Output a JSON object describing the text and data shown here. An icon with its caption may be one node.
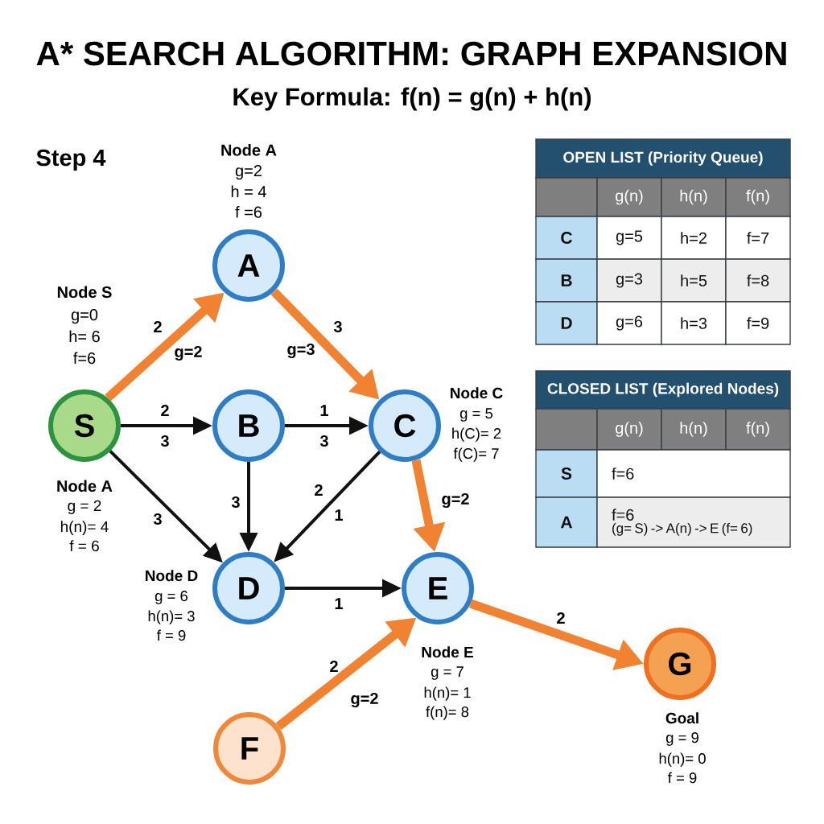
{
  "diagram": {
    "title": "A* SEARCH ALGORITHM: GRAPH EXPANSION",
    "nodes": [
      {
        "text": [
          "A"
        ],
        "beside": [
          "Node A",
          "g=2",
          "h = 4",
          "f =6"
        ]
      },
      {
        "text": [
          "S"
        ],
        "beside": [
          "Node S",
          "g=0",
          "h= 6",
          "f=6"
        ]
      },
      {
        "text": [
          "B"
        ]
      },
      {
        "text": [
          "C"
        ],
        "beside": [
          "Node C",
          "g = 5",
          "h(C)= 2",
          "f(C)= 7"
        ]
      },
      {
        "text": [
          "D"
        ],
        "beside": [
          "Node D",
          "g = 6",
          "h(n)= 3",
          "f = 9"
        ]
      },
      {
        "text": [
          "E"
        ],
        "beside": [
          "Node E",
          "g = 7",
          "h(n)= 1",
          "f(n)= 8"
        ]
      },
      {
        "text": [
          "G"
        ],
        "beside": [
          "Goal",
          "g = 9",
          "h(n)= 0",
          "f = 9"
        ]
      },
      {
        "text": [
          "F"
        ]
      }
    ],
    "edges": [
      {
        "from": 1,
        "to": 0,
        "arrow": "to",
        "label": "2",
        "style": "thick",
        "color": "#f08232"
      },
      {
        "from": 0,
        "to": 3,
        "arrow": "to",
        "label": "3",
        "style": "thick",
        "color": "#f08232"
      },
      {
        "from": 1,
        "to": 2,
        "arrow": "to",
        "label": "2"
      },
      {
        "from": 2,
        "to": 3,
        "arrow": "to",
        "label": "1"
      },
      {
        "from": 1,
        "to": 4,
        "arrow": "to",
        "label": "3"
      },
      {
        "from": 2,
        "to": 4,
        "arrow": "to",
        "label": "3"
      },
      {
        "from": 3,
        "to": 4,
        "arrow": "to",
        "label": "2"
      },
      {
        "from": 3,
        "to": 5,
        "arrow": "to",
        "label": "g=2",
        "style": "thick",
        "color": "#f08232"
      },
      {
        "from": 4,
        "to": 5,
        "arrow": "to",
        "label": "1"
      },
      {
        "from": 7,
        "to": 5,
        "arrow": "to",
        "label": "2",
        "style": "thick",
        "color": "#f08232"
      },
      {
        "from": 5,
        "to": 6,
        "arrow": "to",
        "label": "2",
        "style": "thick",
        "color": "#f08232"
      }
    ],
    "labels": [
      "Key Formula: f(n) = g(n) + h(n)",
      "Step 4",
      "g=2",
      "g=3",
      "3",
      "3",
      "Node A",
      "g = 2",
      "h(n)= 4",
      "f = 6",
      "1",
      "g=2",
      "OPEN LIST (Priority Queue)",
      "g(n)",
      "h(n)",
      "f(n)",
      "C",
      "g=5",
      "h=2",
      "f=7",
      "B",
      "g=3",
      "h=5",
      "f=8",
      "D",
      "g=6",
      "h=3",
      "f=9",
      "CLOSED LIST (Explored Nodes)",
      "g(n)",
      "h(n)",
      "f(n)",
      "S",
      "f=6",
      "A",
      "f=6",
      "(g= S) -> A(n) -> E (f= 6)"
    ]
  }
}
